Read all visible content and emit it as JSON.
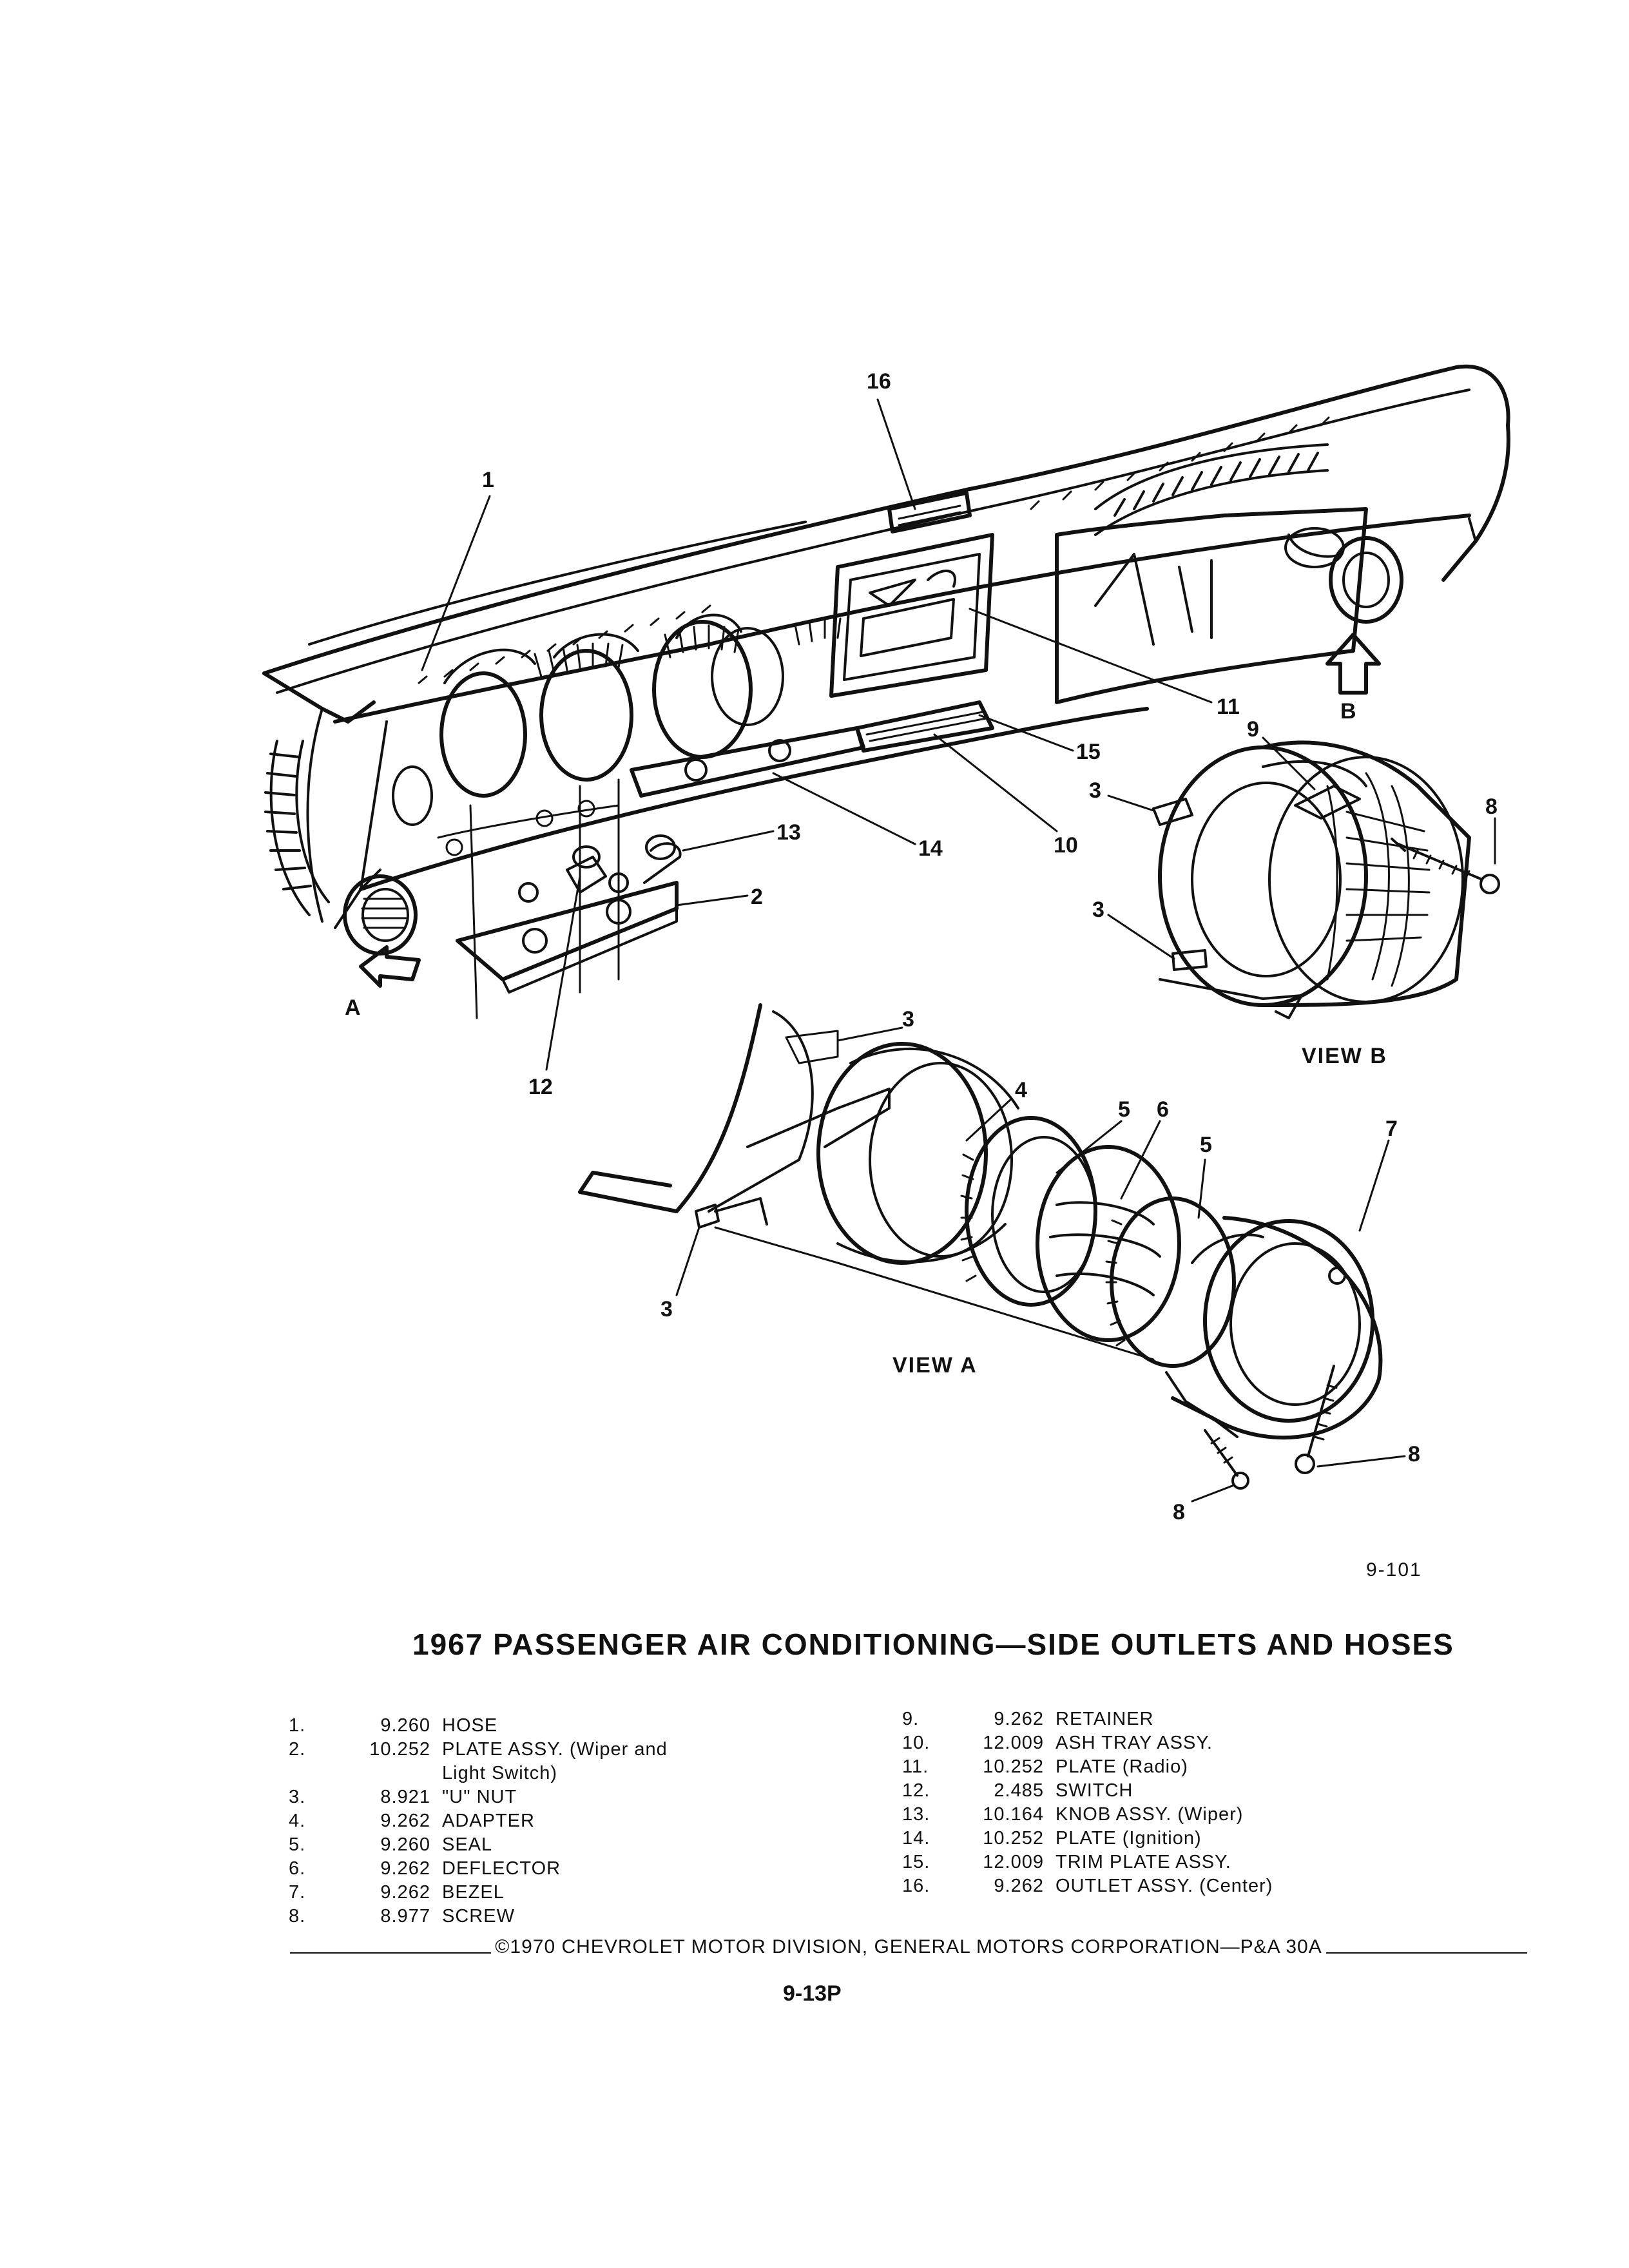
{
  "diagram": {
    "callouts": {
      "c1": "1",
      "c16": "16",
      "c11": "11",
      "c15": "15",
      "c10": "10",
      "c14": "14",
      "c13": "13",
      "c2": "2",
      "c12": "12",
      "cB3a": "3",
      "cB3b": "3",
      "cB9": "9",
      "cB8": "8",
      "cA3a": "3",
      "cA3b": "3",
      "cA4": "4",
      "cA5a": "5",
      "cA6": "6",
      "cA5b": "5",
      "cA7": "7",
      "cA8a": "8",
      "cA8b": "8"
    },
    "arrow_labels": {
      "a": "A",
      "b": "B"
    },
    "views": {
      "a": "VIEW A",
      "b": "VIEW B"
    },
    "figure_number": "9-101"
  },
  "title": "1967 PASSENGER AIR CONDITIONING—SIDE OUTLETS AND HOSES",
  "parts_left": [
    {
      "no": "1.",
      "part": "9.260",
      "name": "HOSE"
    },
    {
      "no": "2.",
      "part": "10.252",
      "name": "PLATE ASSY. (Wiper and Light Switch)"
    },
    {
      "no": "3.",
      "part": "8.921",
      "name": "\"U\" NUT"
    },
    {
      "no": "4.",
      "part": "9.262",
      "name": "ADAPTER"
    },
    {
      "no": "5.",
      "part": "9.260",
      "name": "SEAL"
    },
    {
      "no": "6.",
      "part": "9.262",
      "name": "DEFLECTOR"
    },
    {
      "no": "7.",
      "part": "9.262",
      "name": "BEZEL"
    },
    {
      "no": "8.",
      "part": "8.977",
      "name": "SCREW"
    }
  ],
  "parts_right": [
    {
      "no": "9.",
      "part": "9.262",
      "name": "RETAINER"
    },
    {
      "no": "10.",
      "part": "12.009",
      "name": "ASH TRAY ASSY."
    },
    {
      "no": "11.",
      "part": "10.252",
      "name": "PLATE (Radio)"
    },
    {
      "no": "12.",
      "part": "2.485",
      "name": "SWITCH"
    },
    {
      "no": "13.",
      "part": "10.164",
      "name": "KNOB ASSY. (Wiper)"
    },
    {
      "no": "14.",
      "part": "10.252",
      "name": "PLATE (Ignition)"
    },
    {
      "no": "15.",
      "part": "12.009",
      "name": "TRIM PLATE ASSY."
    },
    {
      "no": "16.",
      "part": "9.262",
      "name": "OUTLET ASSY. (Center)"
    }
  ],
  "footer": "©1970 CHEVROLET MOTOR DIVISION, GENERAL MOTORS CORPORATION—P&A 30A",
  "page_number": "9-13P"
}
